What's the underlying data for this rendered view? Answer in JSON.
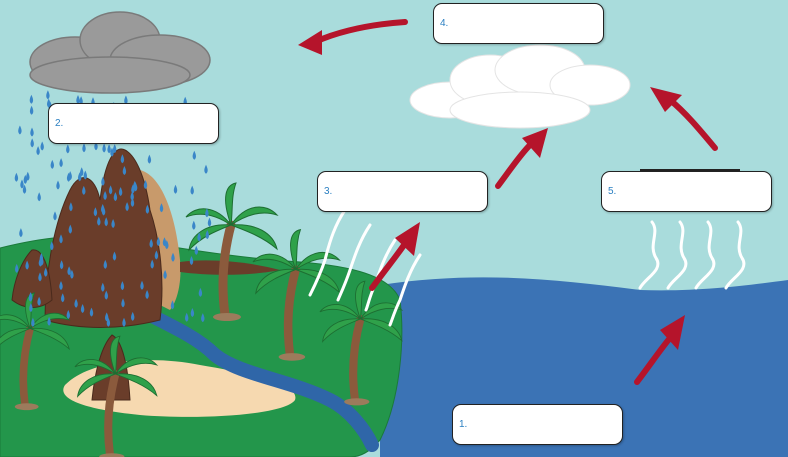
{
  "colors": {
    "sky": "#a9dcdc",
    "sea": "#3b73b5",
    "land": "#23964b",
    "rock": "#6a3d2a",
    "rock_light": "#c89a6b",
    "sand": "#f6d9b0",
    "river": "#2f66a8",
    "rain": "#3a86c8",
    "storm_cloud": "#9a9a9a",
    "white_cloud": "#ffffff",
    "arrow": "#b5142b",
    "vapor": "#ffffff",
    "palm_leaf": "#2fa14a",
    "palm_trunk": "#8b5a3c",
    "label_text": "#2a7fc1"
  },
  "labels": [
    {
      "number": "1.",
      "answer": ""
    },
    {
      "number": "2.",
      "answer": ""
    },
    {
      "number": "3.",
      "answer": ""
    },
    {
      "number": "4.",
      "answer": ""
    },
    {
      "number": "5.",
      "answer": ""
    }
  ],
  "icons": [
    "storm-cloud-icon",
    "white-cloud-icon",
    "rain-drop-icon",
    "palm-tree-icon",
    "arrow-icon",
    "vapor-icon"
  ]
}
